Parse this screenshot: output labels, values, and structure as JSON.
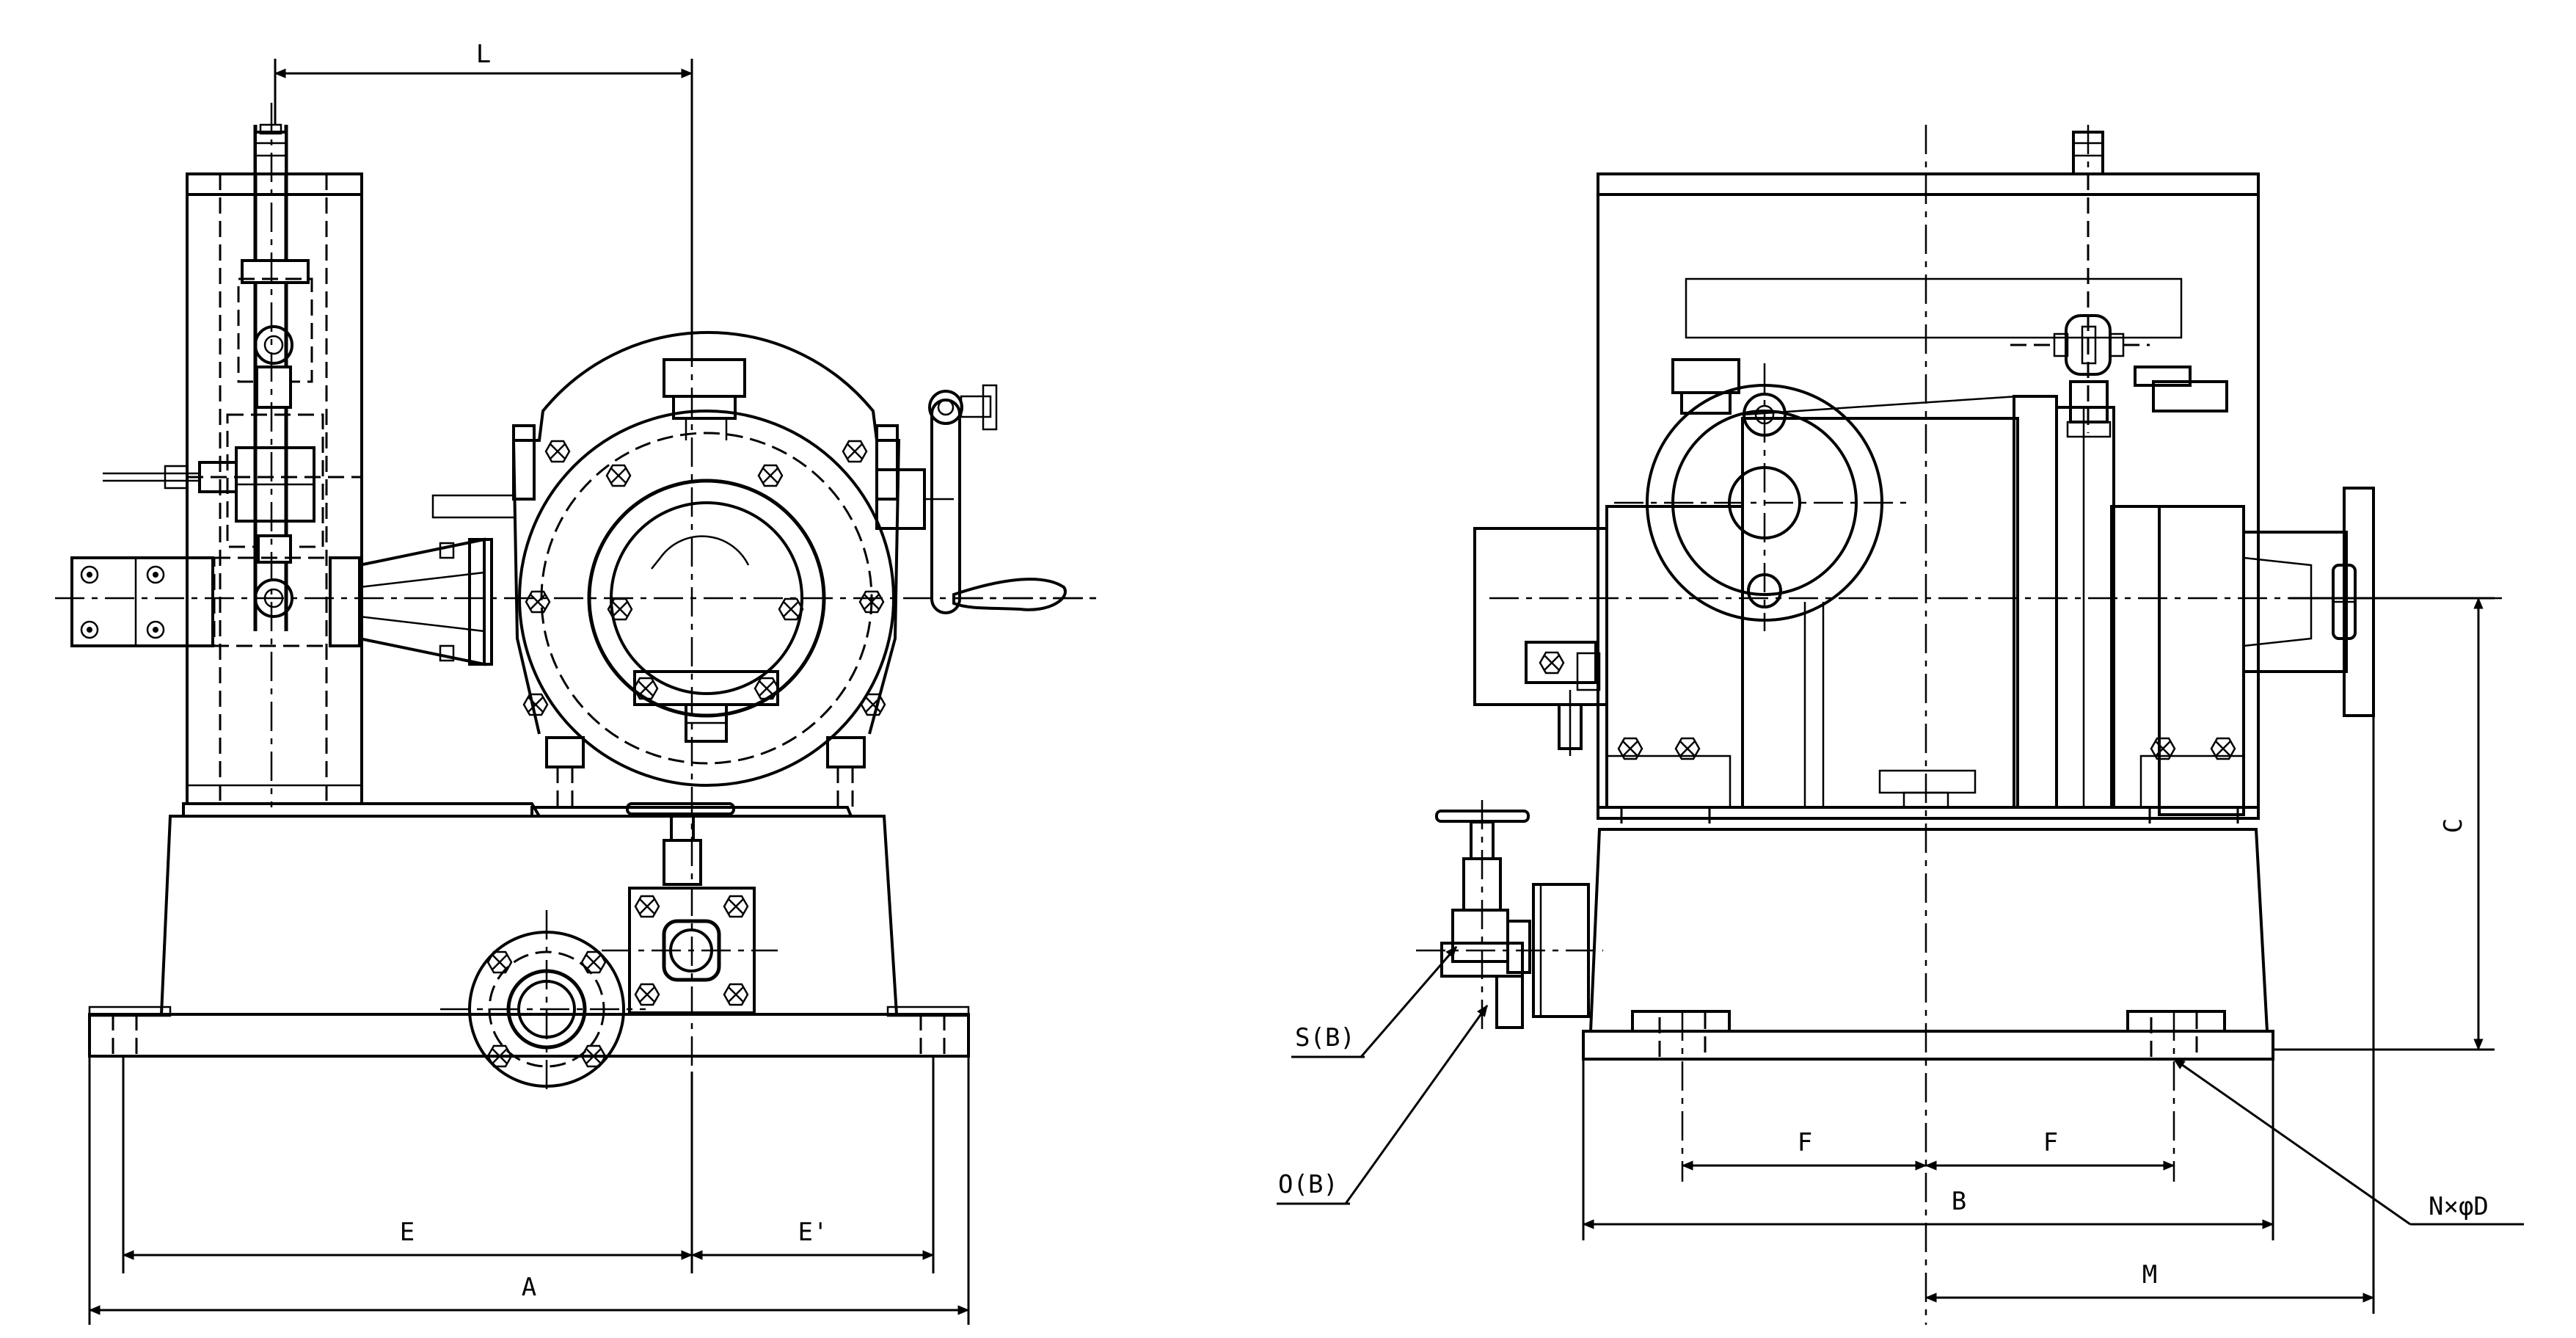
{
  "drawing": {
    "views": [
      "front-view",
      "side-view"
    ],
    "labels": {
      "L": "L",
      "E": "E",
      "E_prime": "E'",
      "A": "A",
      "F_left": "F",
      "F_right": "F",
      "B": "B",
      "M": "M",
      "C": "C",
      "S": "S(B)",
      "O": "O(B)",
      "ND": "N×φD"
    }
  }
}
